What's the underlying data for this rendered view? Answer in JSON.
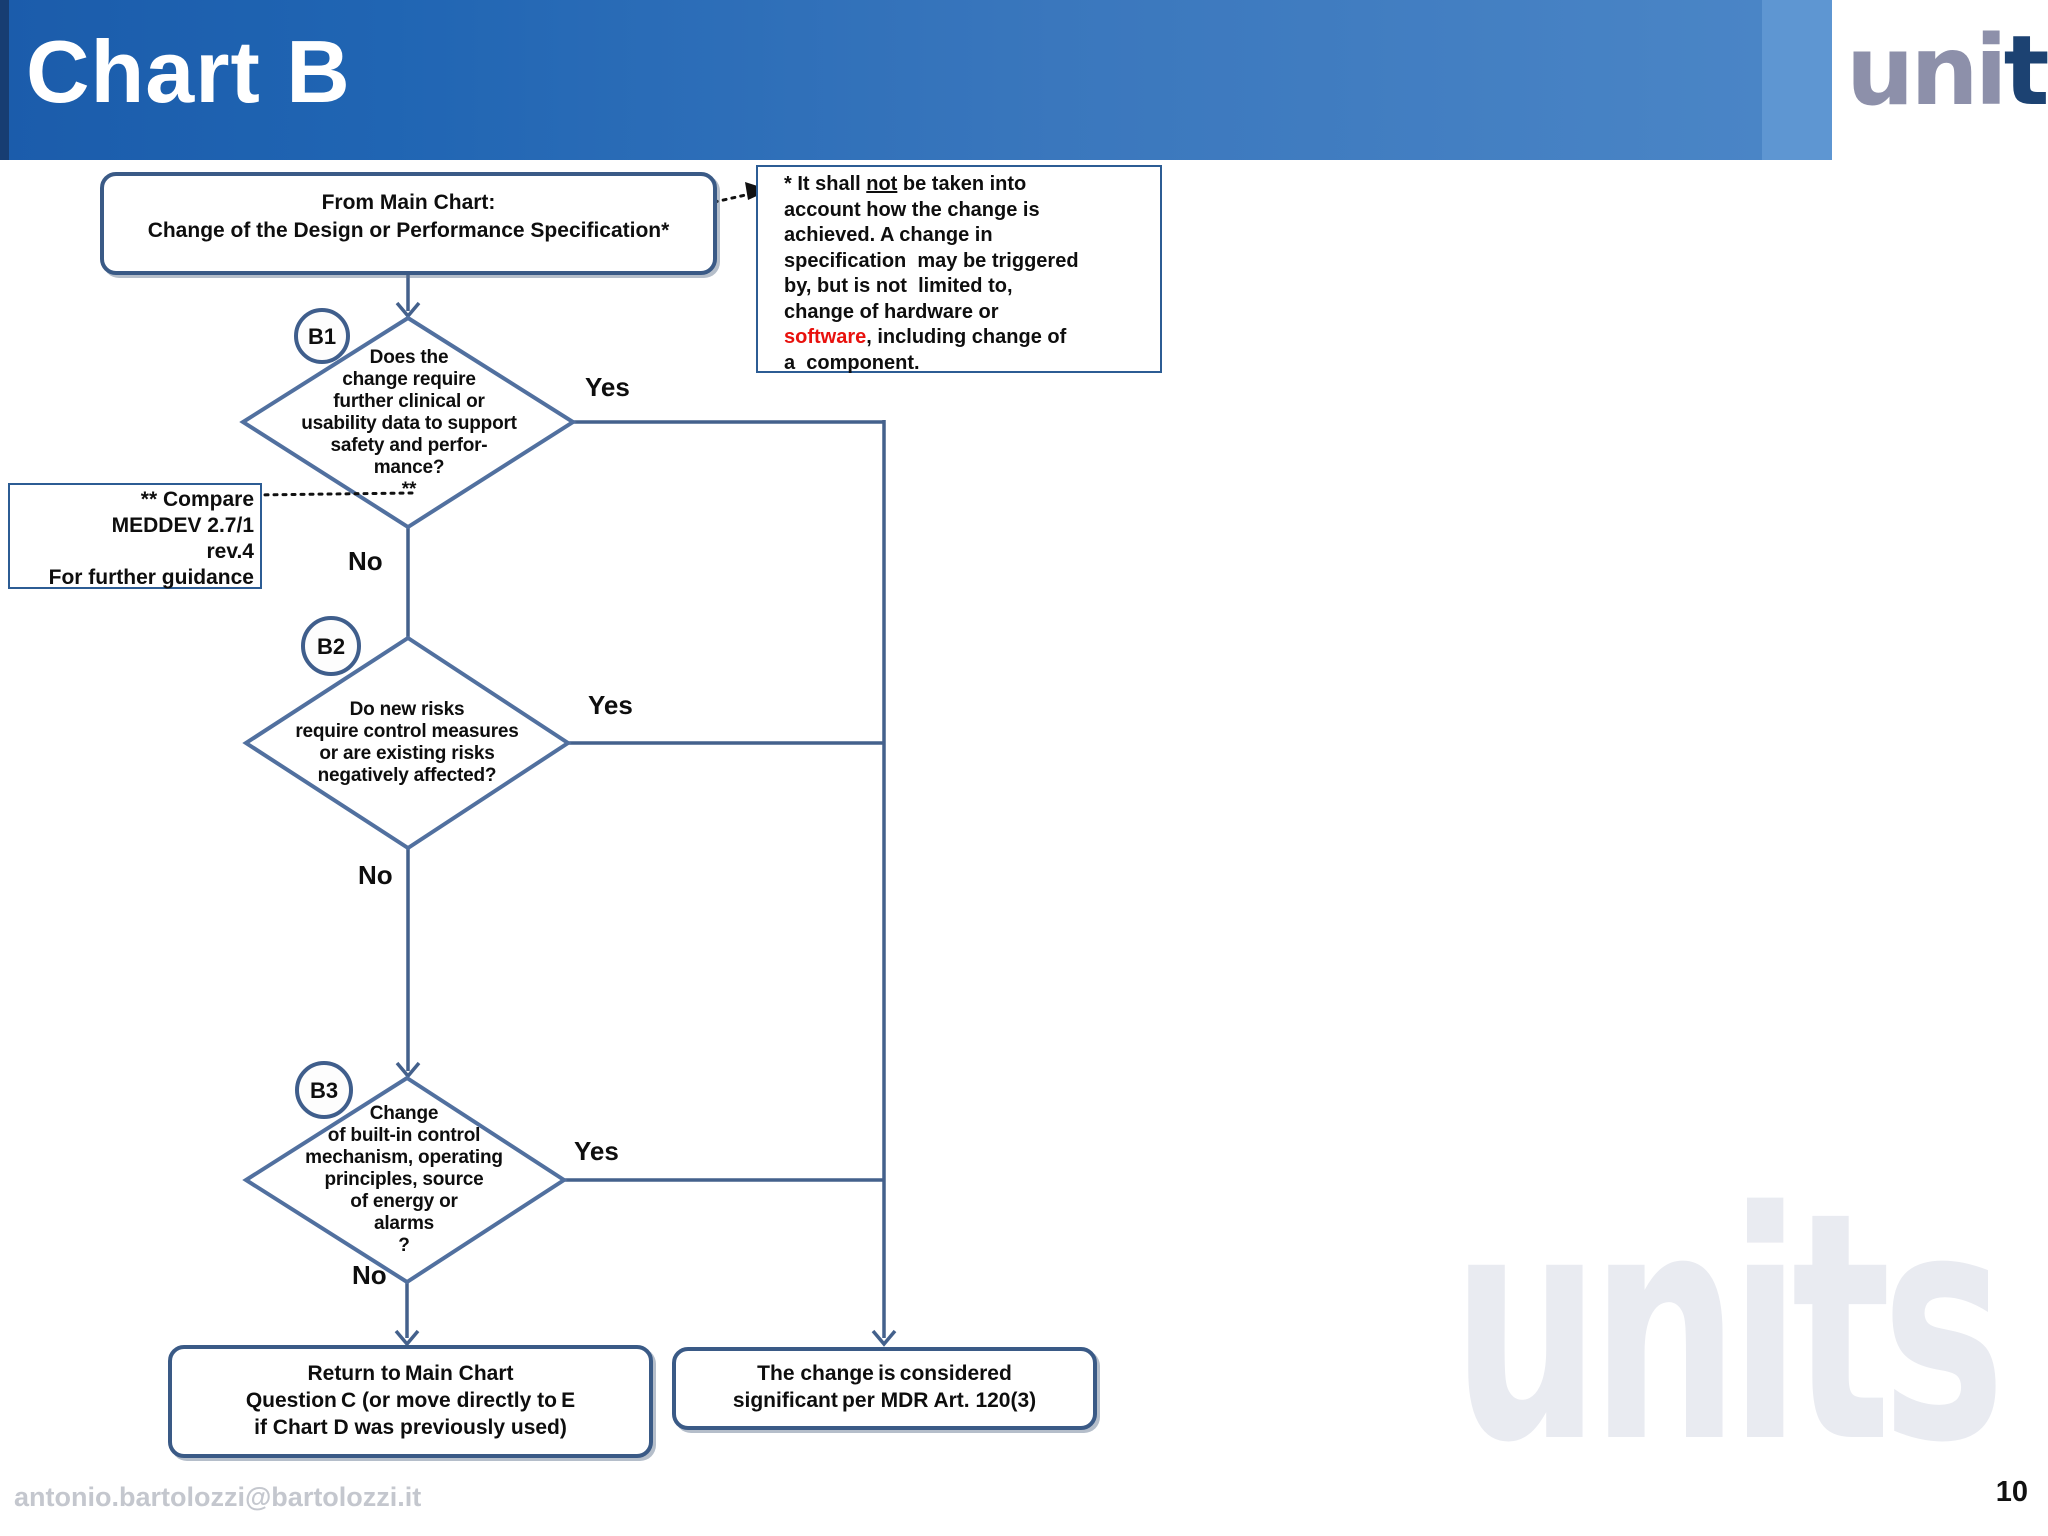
{
  "colors": {
    "header_gradient_start": "#1b5cab",
    "header_gradient_end": "#4a85c6",
    "header_edge": "#173d72",
    "header_accent": "#5e96d2",
    "flow_line": "#44618c",
    "diamond_stroke": "#51709f",
    "box_border": "#3a5a86",
    "note_border": "#2c5c94",
    "software_red": "#e8110d",
    "logo_gray": "#8d90aa",
    "logo_navy": "#1c4272",
    "watermark": "#e9ebf1"
  },
  "header": {
    "title": "Chart B",
    "logo_part1": "uni",
    "logo_part2": "ts"
  },
  "watermark_text": "units",
  "flow": {
    "start": {
      "l1": "From Main Chart:",
      "l2": "Change of the Design or Performance Specification*"
    },
    "note": {
      "l1a": "* It shall ",
      "l1b": "not",
      "l1c": " be taken into",
      "l2": "account how the change is",
      "l3": "achieved. A change in",
      "l4": "specification  may be triggered",
      "l5": "by, but is not  limited to,",
      "l6": "change of hardware or",
      "l7a": "software",
      "l7b": ", including change of",
      "l8": "a  component."
    },
    "compare": {
      "l1": "** Compare",
      "l2": "MEDDEV 2.7/1",
      "l3": "rev.4",
      "l4": "For further guidance"
    },
    "b1": {
      "badge": "B1",
      "l1": "Does the",
      "l2": "change require",
      "l3": "further clinical or",
      "l4": "usability data to support",
      "l5": "safety and perfor-",
      "l6": "mance?",
      "l7": "**",
      "yes": "Yes",
      "no": "No"
    },
    "b2": {
      "badge": "B2",
      "l1": "Do new risks",
      "l2": "require control measures",
      "l3": "or are existing risks",
      "l4": "negatively  affected?",
      "yes": "Yes",
      "no": "No"
    },
    "b3": {
      "badge": "B3",
      "l1": "Change",
      "l2": "of built-in control",
      "l3": "mechanism, operating",
      "l4": "principles, source",
      "l5": "of energy or",
      "l6": "alarms",
      "l7": "?",
      "yes": "Yes",
      "no": "No"
    },
    "end_left": {
      "l1": "Return to Main Chart",
      "l2": "Question C (or move directly to E",
      "l3": "if Chart D was previously used)"
    },
    "end_right": {
      "l1": "The change is considered",
      "l2": "significant per MDR Art. 120(3)"
    }
  },
  "footer": {
    "email": "antonio.bartolozzi@bartolozzi.it",
    "page_number": "10"
  }
}
